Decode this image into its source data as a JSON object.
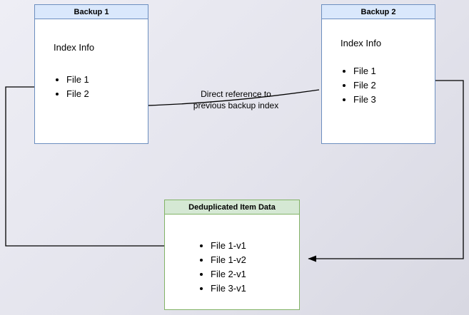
{
  "diagram": {
    "background": "#e3e3ec",
    "boxes": {
      "backup1": {
        "title": "Backup 1",
        "body_title": "Index Info",
        "items": [
          "File 1",
          "File 2"
        ],
        "border_color": "#6c8ebf",
        "header_color": "#dae8fc"
      },
      "backup2": {
        "title": "Backup 2",
        "body_title": "Index Info",
        "items": [
          "File 1",
          "File 2",
          "File 3"
        ],
        "border_color": "#6c8ebf",
        "header_color": "#dae8fc"
      },
      "dedup": {
        "title": "Deduplicated Item Data",
        "items": [
          "File 1-v1",
          "File 1-v2",
          "File 2-v1",
          "File 3-v1"
        ],
        "border_color": "#82b366",
        "header_color": "#d5e8d4"
      }
    },
    "annotation": {
      "line1": "Direct reference to",
      "line2": "previous backup index"
    },
    "arrow_color": "#000000"
  }
}
